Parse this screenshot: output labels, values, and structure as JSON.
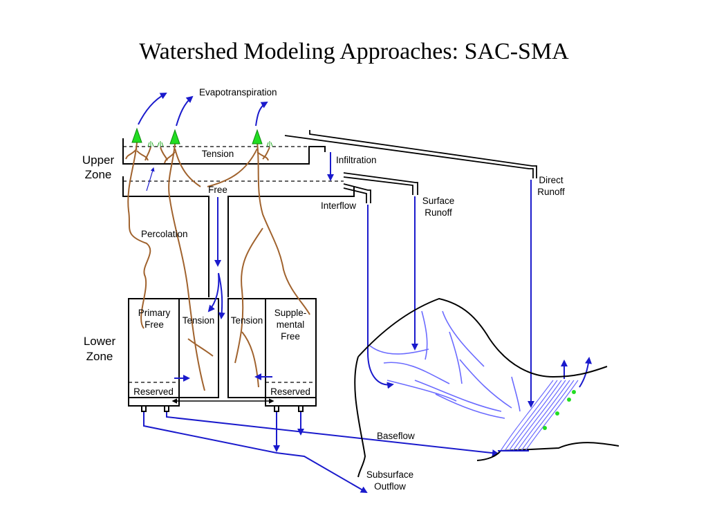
{
  "title": "Watershed Modeling Approaches: SAC-SMA",
  "colors": {
    "flow": "#1a1acc",
    "root": "#a0622d",
    "stream": "#6b6bff",
    "tree": "#22dd22"
  },
  "labels": {
    "evapotranspiration": "Evapotranspiration",
    "upper_zone_line1": "Upper",
    "upper_zone_line2": "Zone",
    "tension": "Tension",
    "free": "Free",
    "infiltration": "Infiltration",
    "direct_runoff_line1": "Direct",
    "direct_runoff_line2": "Runoff",
    "interflow": "Interflow",
    "surface_runoff_line1": "Surface",
    "surface_runoff_line2": "Runoff",
    "percolation": "Percolation",
    "lower_zone_line1": "Lower",
    "lower_zone_line2": "Zone",
    "primary_free_line1": "Primary",
    "primary_free_line2": "Free",
    "lower_tension_left": "Tension",
    "lower_tension_right": "Tension",
    "supplemental_line1": "Supple-",
    "supplemental_line2": "mental",
    "supplemental_line3": "Free",
    "reserved_left": "Reserved",
    "reserved_right": "Reserved",
    "baseflow": "Baseflow",
    "subsurface_line1": "Subsurface",
    "subsurface_line2": "Outflow"
  }
}
